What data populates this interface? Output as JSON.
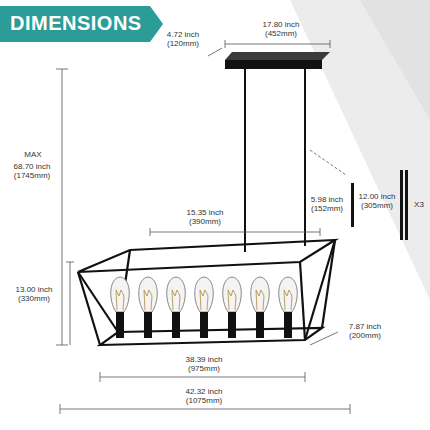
{
  "diagram": {
    "title": "DIMENSIONS",
    "labels": [
      "4.72 inch (120mm)",
      "17.80 inch (452mm)",
      "MAX",
      "68.70 inch (1745mm)",
      "15.35 inch (390mm)",
      "5.98 inch (152mm)",
      "12.00 inch (305mm)",
      "X3",
      "13.00 inch (330mm)",
      "7.87 inch (200mm)",
      "38.39 inch (975mm)",
      "42.32 inch (1075mm)"
    ]
  }
}
